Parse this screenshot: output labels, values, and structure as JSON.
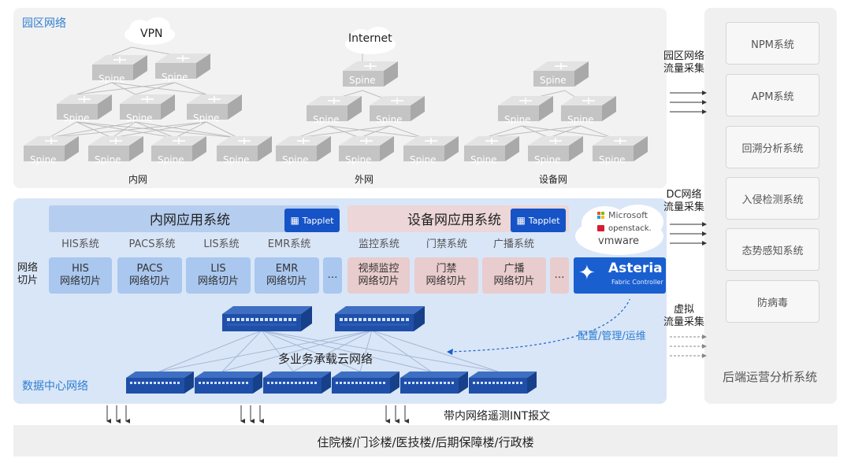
{
  "campus": {
    "title": "园区网络",
    "switch_label": "Spine",
    "clouds": [
      "VPN",
      "Internet"
    ],
    "networks": [
      "内网",
      "外网",
      "设备网"
    ]
  },
  "datacenter": {
    "title": "数据中心网络",
    "slice_row_label": "网络\n切片",
    "cloud_network_label": "多业务承载云网络",
    "config_label": "配置/管理/运维",
    "internal_apps": {
      "title": "内网应用系统",
      "badge": "Tapplet",
      "systems": [
        "HIS系统",
        "PACS系统",
        "LIS系统",
        "EMR系统"
      ],
      "slices": [
        {
          "line1": "HIS",
          "line2": "网络切片"
        },
        {
          "line1": "PACS",
          "line2": "网络切片"
        },
        {
          "line1": "LIS",
          "line2": "网络切片"
        },
        {
          "line1": "EMR",
          "line2": "网络切片"
        }
      ],
      "more": "…"
    },
    "device_apps": {
      "title": "设备网应用系统",
      "badge": "Tapplet",
      "systems": [
        "监控系统",
        "门禁系统",
        "广播系统"
      ],
      "slices": [
        {
          "line1": "视频监控",
          "line2": "网络切片"
        },
        {
          "line1": "门禁",
          "line2": "网络切片"
        },
        {
          "line1": "广播",
          "line2": "网络切片"
        }
      ],
      "more": "…"
    },
    "controller": {
      "brand": "Asteria",
      "sub": "Fabric Controller",
      "vendors": [
        "Microsoft",
        "openstack.",
        "vmware"
      ]
    }
  },
  "flows": {
    "campus": "园区网络\n流量采集",
    "dc": "DC网络\n流量采集",
    "virtual": "虚拟\n流量采集",
    "int_label": "带内网络遥测INT报文"
  },
  "backend": {
    "title": "后端运营分析系统",
    "systems": [
      "NPM系统",
      "APM系统",
      "回溯分析系统",
      "入侵检测系统",
      "态势感知系统",
      "防病毒"
    ]
  },
  "buildings": "住院楼/门诊楼/医技楼/后期保障楼/行政楼",
  "colors": {
    "accent": "#2f7fd1",
    "tapplet": "#1553c7",
    "controller": "#1a5fd0",
    "switch_top": "#d6d6d6"
  }
}
